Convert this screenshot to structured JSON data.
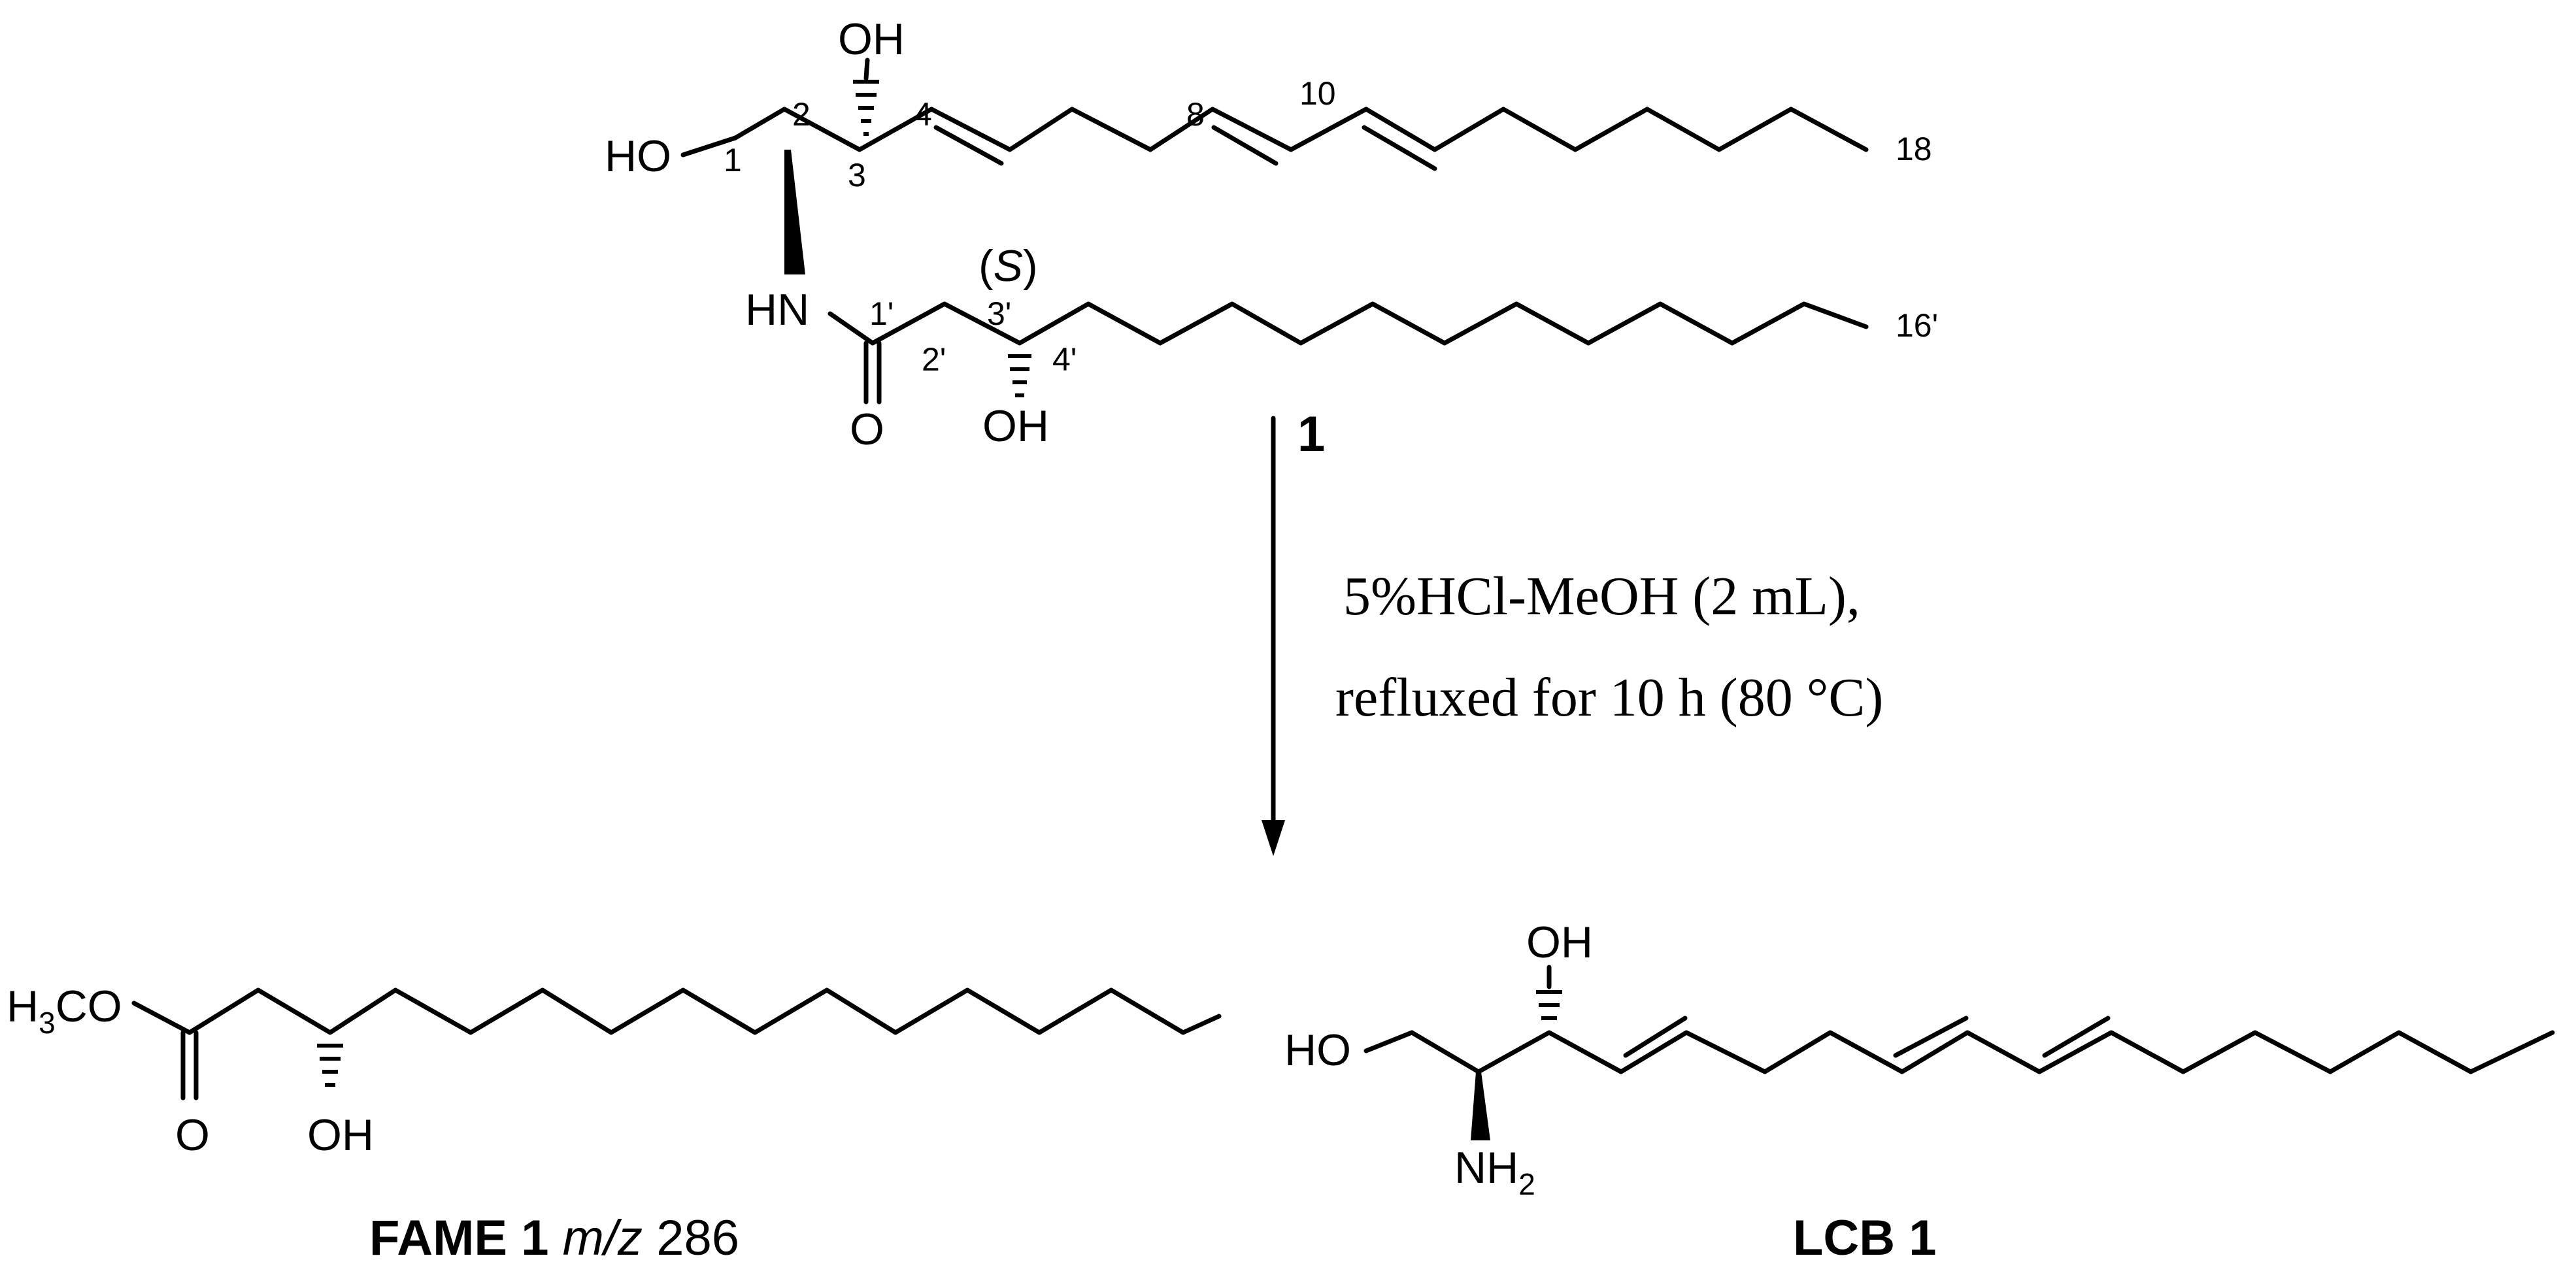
{
  "compound": {
    "label": "1",
    "atoms": {
      "oh_c3": "OH",
      "ho_c1": "HO",
      "hn": "HN",
      "o_carbonyl": "O",
      "oh_c3p": "OH",
      "stereo_s": "(S)"
    },
    "locants": {
      "n1": "1",
      "n2": "2",
      "n3": "3",
      "n4": "4",
      "n8": "8",
      "n10": "10",
      "n18": "18",
      "n1p": "1'",
      "n2p": "2'",
      "n3p": "3'",
      "n4p": "4'",
      "n16p": "16'"
    }
  },
  "reaction": {
    "line1": "5%HCl-MeOH (2 mL),",
    "line2": "refluxed for 10 h (80 °C)"
  },
  "fame": {
    "atoms": {
      "h3co": "H3CO",
      "o": "O",
      "oh": "OH"
    },
    "label_bold": "FAME 1",
    "label_mz": "m/z",
    "label_mass": "286"
  },
  "lcb": {
    "atoms": {
      "oh": "OH",
      "ho": "HO",
      "nh2": "NH2"
    },
    "label": "LCB 1"
  }
}
